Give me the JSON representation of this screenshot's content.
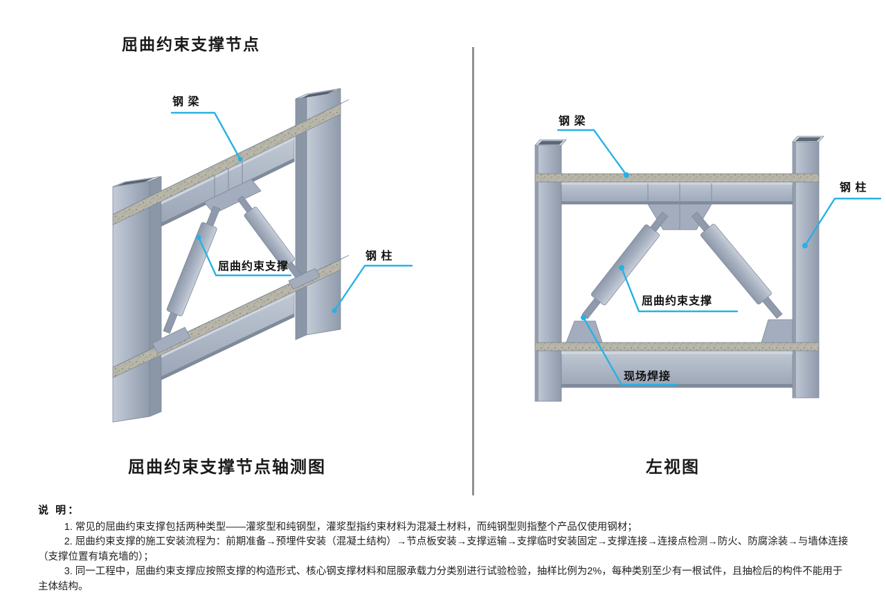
{
  "title": "屈曲约束支撑节点",
  "views": {
    "axono": {
      "caption": "屈曲约束支撑节点轴测图",
      "labels": {
        "beam": "钢 梁",
        "brace": "屈曲约束支撑",
        "column": "钢 柱"
      }
    },
    "side": {
      "caption": "左视图",
      "labels": {
        "beam": "钢 梁",
        "column": "钢 柱",
        "brace": "屈曲约束支撑",
        "weld": "现场焊接"
      }
    }
  },
  "notes": {
    "heading": "说 明：",
    "items": [
      "1. 常见的屈曲约束支撑包括两种类型——灌浆型和纯钢型，灌浆型指约束材料为混凝土材料，而纯钢型则指整个产品仅使用钢材；",
      "2. 屈曲约束支撑的施工安装流程为：前期准备→预埋件安装（混凝土结构）→节点板安装→支撑运输→支撑临时安装固定→支撑连接→连接点检测→防火、防腐涂装→与墙体连接（支撑位置有填充墙的）；",
      "3. 同一工程中，屈曲约束支撑应按照支撑的构造形式、核心钢支撑材料和屈服承载力分类别进行试验检验，抽样比例为2%，每种类别至少有一根试件，且抽检后的构件不能用于主体结构。"
    ]
  },
  "colors": {
    "leader": "#27b1e4",
    "divider": "#8f8f8f",
    "steel": "#aab4c3",
    "steel_dark": "#8b96a7",
    "concrete": "#b7b5a7",
    "ink": "#1a1a1a"
  }
}
